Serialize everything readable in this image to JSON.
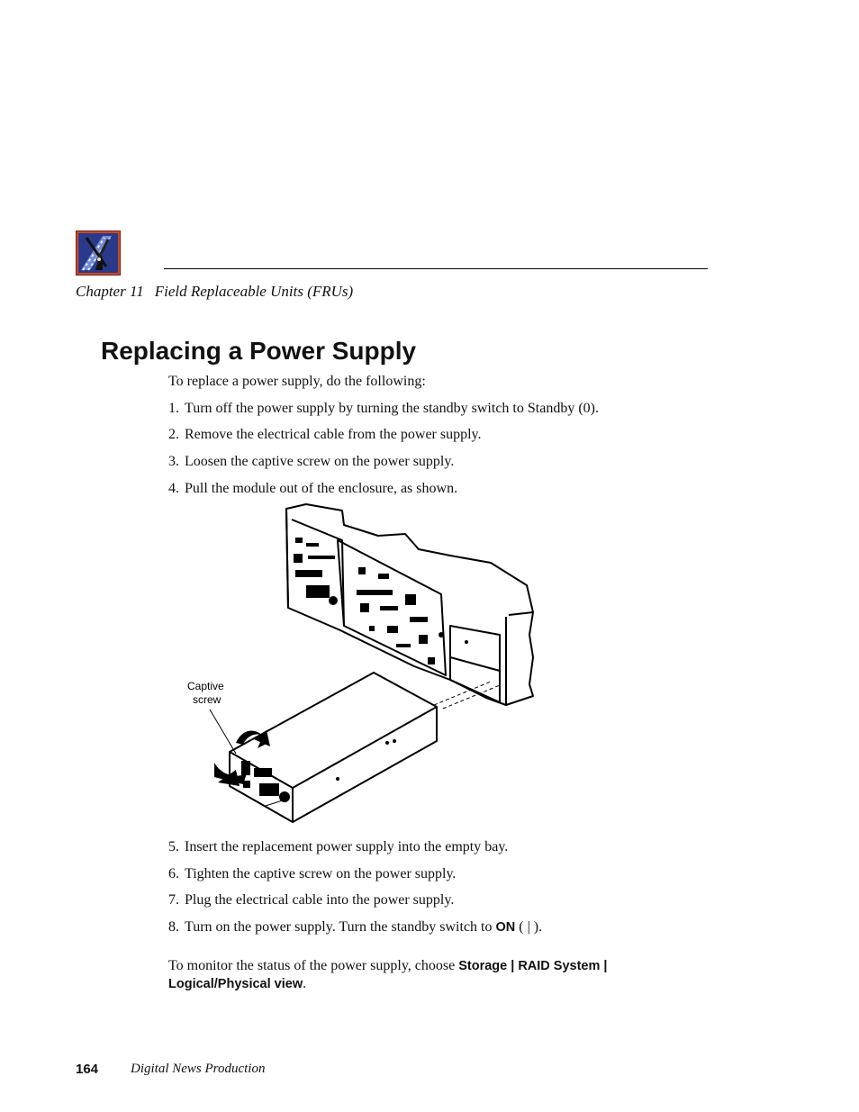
{
  "header": {
    "logo_icon": "film-scissors-logo-icon",
    "chapter_label": "Chapter 11",
    "chapter_title": "Field Replaceable Units (FRUs)"
  },
  "section": {
    "title": "Replacing a Power Supply",
    "intro": "To replace a power supply, do the following:",
    "steps_before": [
      {
        "num": "1.",
        "text": "Turn off the power supply by turning the standby switch to Standby (0)."
      },
      {
        "num": "2.",
        "text": "Remove the electrical cable from the power supply."
      },
      {
        "num": "3.",
        "text": "Loosen the captive screw on the power supply."
      },
      {
        "num": "4.",
        "text": "Pull the module out of the enclosure, as shown."
      }
    ],
    "figure": {
      "callout_line1": "Captive",
      "callout_line2": "screw"
    },
    "steps_after": [
      {
        "num": "5.",
        "text": "Insert the replacement power supply into the empty bay."
      },
      {
        "num": "6.",
        "text": "Tighten the captive screw on the power supply."
      },
      {
        "num": "7.",
        "text": "Plug the electrical cable into the power supply."
      }
    ],
    "step8": {
      "num": "8.",
      "text_before": "Turn on the power supply. Turn the standby switch to ",
      "on_label": "ON",
      "text_after": " ( | )."
    },
    "monitor": {
      "text_before": "To monitor the status of the power supply, choose ",
      "menu_path": "Storage | RAID System | Logical/Physical view",
      "text_after": "."
    }
  },
  "footer": {
    "page_number": "164",
    "book_title": "Digital News Production"
  }
}
